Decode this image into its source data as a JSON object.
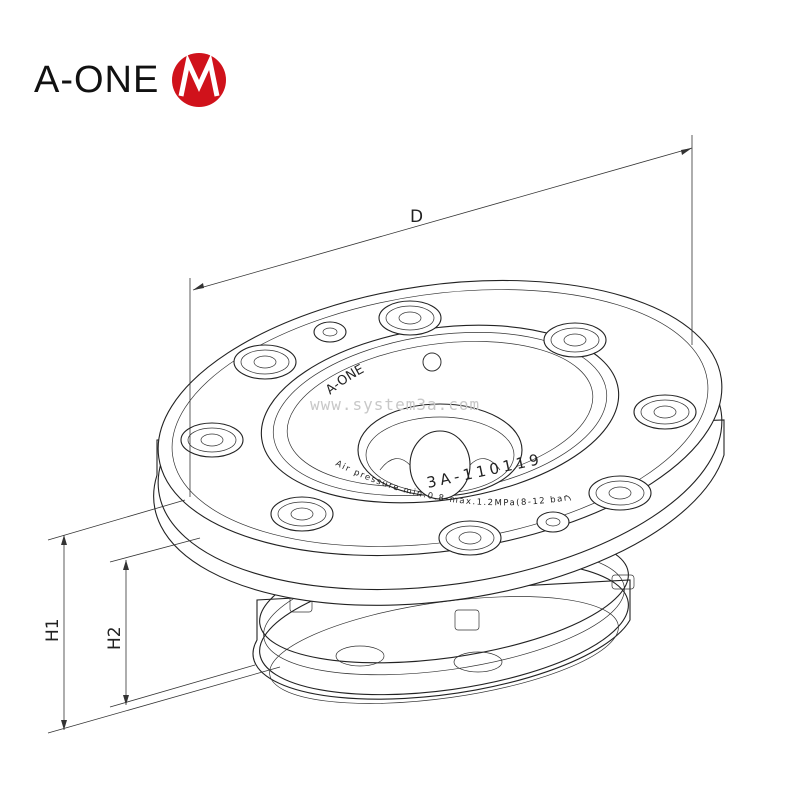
{
  "logo": {
    "text": "A-ONE",
    "mark": "A-ONE M emblem",
    "color": "#d0121b"
  },
  "dimensions": {
    "diameter": "D",
    "height_total": "H1",
    "height_partial": "H2"
  },
  "engraving": {
    "brand": "A-ONE",
    "part_number": "3A-110119",
    "pressure_note": "Air pressure min.0.8-max.1.2MPa(8-12 bar)"
  },
  "watermark": "www.system3a.com"
}
